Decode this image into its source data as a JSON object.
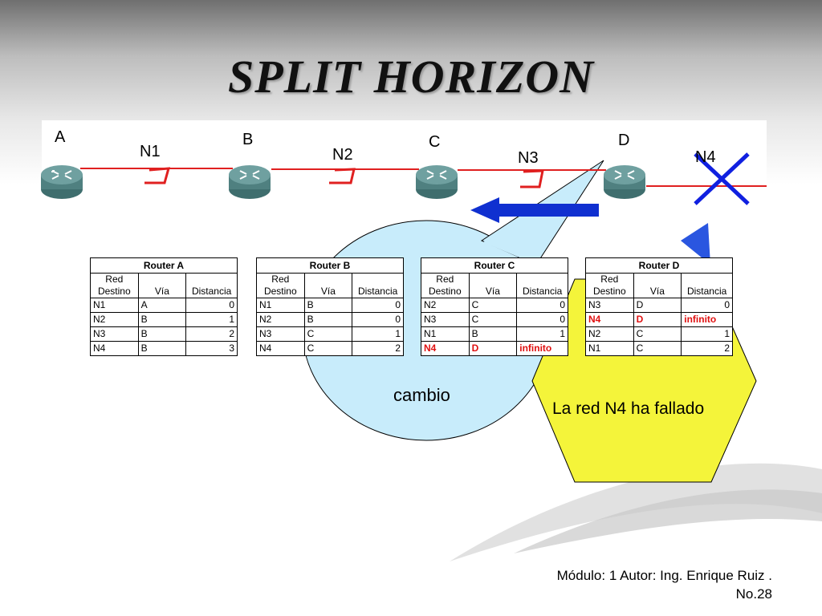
{
  "slide": {
    "title": "SPLIT HORIZON",
    "footer_line1": "Módulo: 1 Autor: Ing. Enrique Ruiz .",
    "footer_line2": "No.28"
  },
  "network": {
    "routers": [
      "A",
      "B",
      "C",
      "D"
    ],
    "networks": [
      "N1",
      "N2",
      "N3",
      "N4"
    ]
  },
  "callouts": {
    "bubble_text": "cambio",
    "hexagon_text": "La red N4 ha fallado"
  },
  "table_columns": {
    "dest_line1": "Red",
    "dest_line2": "Destino",
    "via": "Vía",
    "distance": "Distancia"
  },
  "tables": [
    {
      "title": "Router A",
      "rows": [
        {
          "dest": "N1",
          "via": "A",
          "dist": "0"
        },
        {
          "dest": "N2",
          "via": "B",
          "dist": "1"
        },
        {
          "dest": "N3",
          "via": "B",
          "dist": "2"
        },
        {
          "dest": "N4",
          "via": "B",
          "dist": "3"
        }
      ]
    },
    {
      "title": "Router B",
      "rows": [
        {
          "dest": "N1",
          "via": "B",
          "dist": "0"
        },
        {
          "dest": "N2",
          "via": "B",
          "dist": "0"
        },
        {
          "dest": "N3",
          "via": "C",
          "dist": "1"
        },
        {
          "dest": "N4",
          "via": "C",
          "dist": "2"
        }
      ]
    },
    {
      "title": "Router C",
      "rows": [
        {
          "dest": "N2",
          "via": "C",
          "dist": "0"
        },
        {
          "dest": "N3",
          "via": "C",
          "dist": "0"
        },
        {
          "dest": "N1",
          "via": "B",
          "dist": "1"
        },
        {
          "dest": "N4",
          "via": "D",
          "dist": "infinito"
        }
      ]
    },
    {
      "title": "Router D",
      "rows": [
        {
          "dest": "N3",
          "via": "D",
          "dist": "0"
        },
        {
          "dest": "N4",
          "via": "D",
          "dist": "infinito"
        },
        {
          "dest": "N2",
          "via": "C",
          "dist": "1"
        },
        {
          "dest": "N1",
          "via": "C",
          "dist": "2"
        }
      ]
    }
  ],
  "colors": {
    "link": "#e02020",
    "failure_x": "#1020e0",
    "arrow": "#1030d0",
    "bubble": "#c8ecfb",
    "hexagon": "#f4f43a",
    "router_body": "#5a8a8a",
    "failed_text": "#e01010"
  }
}
